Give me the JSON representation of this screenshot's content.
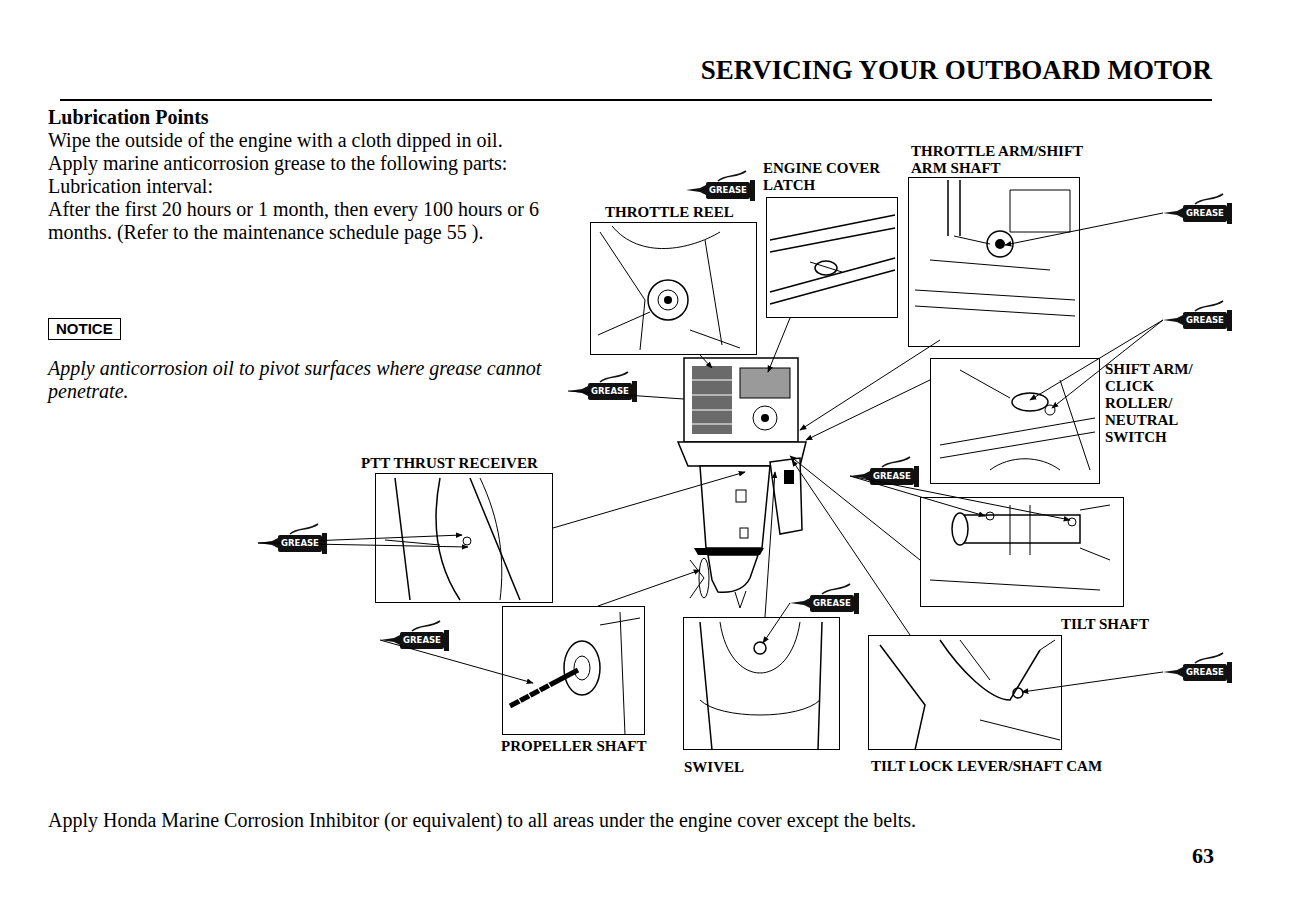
{
  "diagram": {
    "title": "SERVICING YOUR OUTBOARD MOTOR",
    "caption": "Apply Honda Marine Corrosion Inhibitor (or equivalent) to all areas under the engine cover except the belts.",
    "nodes": [
      {
        "text": [
          "THROTTLE REEL"
        ]
      },
      {
        "text": [
          "ENGINE COVER LATCH"
        ]
      },
      {
        "text": [
          "THROTTLE ARM/SHIFT ARM SHAFT"
        ]
      },
      {
        "text": [
          "SHIFT ARM/ CLICK ROLLER/ NEUTRAL SWITCH"
        ]
      },
      {
        "text": [
          "TILT SHAFT"
        ]
      },
      {
        "text": [
          "PTT THRUST RECEIVER"
        ]
      },
      {
        "text": [
          "PROPELLER SHAFT"
        ]
      },
      {
        "text": [
          "SWIVEL"
        ]
      },
      {
        "text": [
          "TILT LOCK LEVER/SHAFT CAM"
        ]
      }
    ],
    "labels": [
      "Lubrication Points",
      "Wipe the outside of the engine with a cloth dipped in oil.",
      "Apply marine anticorrosion grease to the following parts:",
      "Lubrication interval:",
      "After the first 20 hours or 1 month, then every 100 hours or 6 months. (Refer to the maintenance schedule page 55 ).",
      "NOTICE",
      "Apply anticorrosion oil to pivot surfaces where grease cannot penetrate.",
      "GREASE",
      "GREASE",
      "GREASE",
      "GREASE",
      "GREASE",
      "GREASE",
      "GREASE",
      "GREASE",
      "GREASE",
      "63"
    ]
  }
}
